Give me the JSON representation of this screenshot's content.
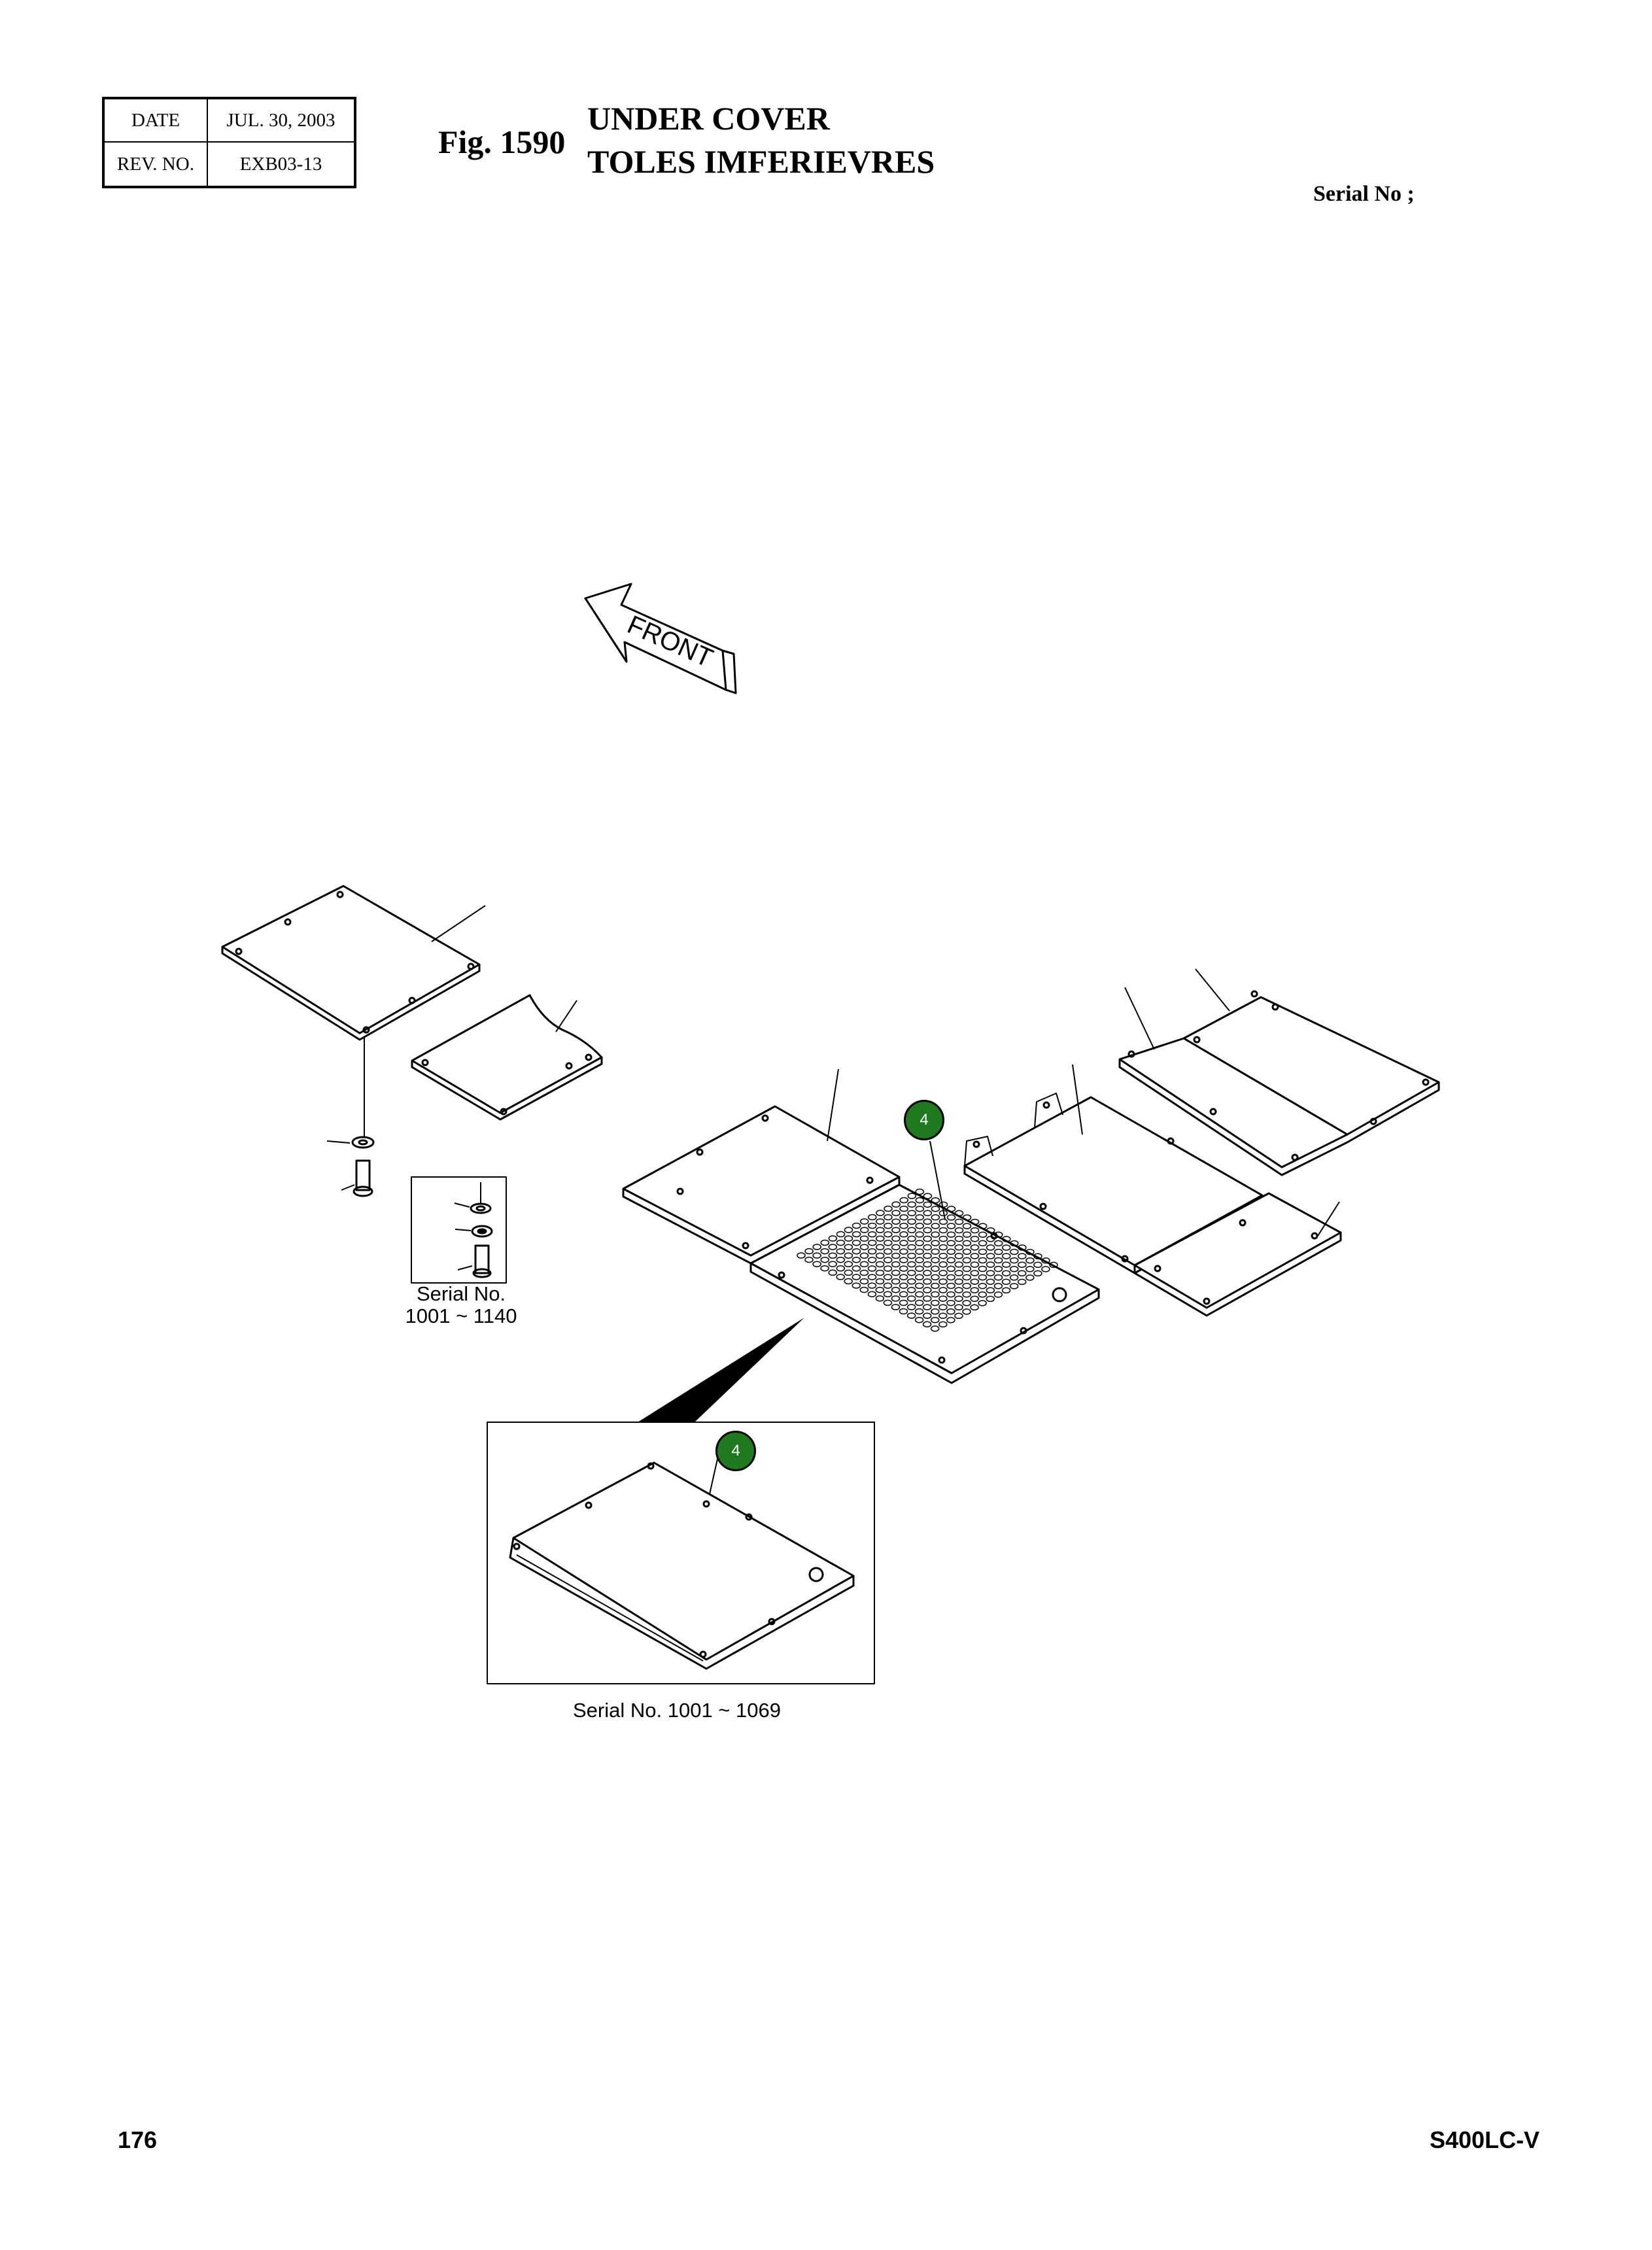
{
  "header": {
    "date_label": "DATE",
    "date_value": "JUL. 30, 2003",
    "rev_label": "REV. NO.",
    "rev_value": "EXB03-13",
    "figure_number": "Fig. 1590",
    "title_en": "UNDER COVER",
    "title_fr": "TOLES IMFERIEVRES",
    "serial_label": "Serial No ;"
  },
  "drawing": {
    "front_arrow_label": "FRONT",
    "callouts": [
      {
        "number": "4"
      },
      {
        "number": "4"
      }
    ],
    "small_detail_caption_line1": "Serial No.",
    "small_detail_caption_line2": "1001 ~ 1140",
    "inset_caption": "Serial No. 1001 ~ 1069",
    "balloon_color": "#1f7a1f"
  },
  "footer": {
    "page_number": "176",
    "model": "S400LC-V"
  }
}
